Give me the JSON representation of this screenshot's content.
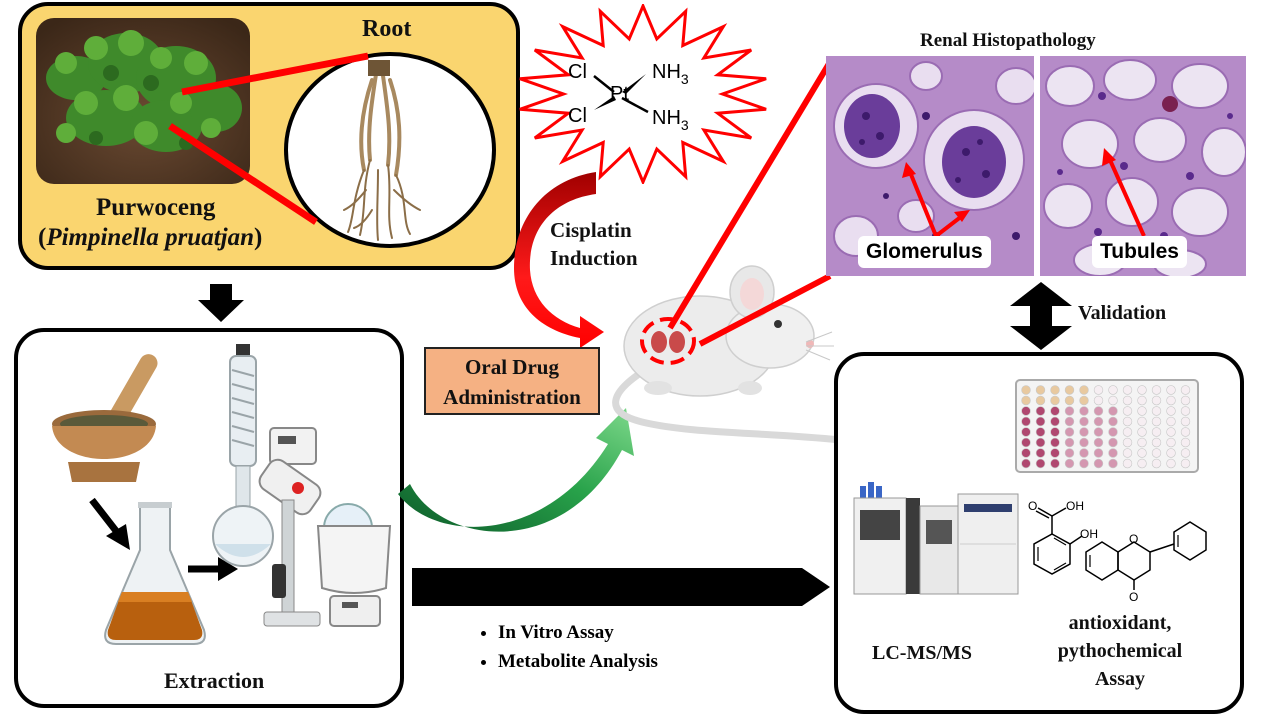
{
  "plant": {
    "root_label": "Root",
    "name": "Purwoceng",
    "latin_open": "(",
    "latin": "Pimpinella pruatjan",
    "latin_close": ")"
  },
  "cisplatin": {
    "cl_top": "Cl",
    "cl_bottom": "Cl",
    "pt": "Pt",
    "nh3_top": "NH",
    "nh3_bottom": "NH",
    "subscript": "3",
    "induction_line1": "Cisplatin",
    "induction_line2": "Induction"
  },
  "oral_drug": {
    "line1": "Oral Drug",
    "line2": "Administration"
  },
  "histopathology": {
    "title": "Renal Histopathology",
    "glomerulus": "Glomerulus",
    "tubules": "Tubules"
  },
  "validation": "Validation",
  "extraction": "Extraction",
  "methods": [
    "In Vitro Assay",
    "Metabolite Analysis"
  ],
  "assay": {
    "lcms": "LC-MS/MS",
    "assay_line1": "antioxidant,",
    "assay_line2": "pythochemical",
    "assay_line3": "Assay",
    "oh": "OH",
    "oh2": "OH",
    "o": "O",
    "o2": "O"
  },
  "colors": {
    "plant_panel": "#FAD56F",
    "oral_box": "#F5B183",
    "arrow_red": "#FF0000",
    "arrow_green": "#2E8B3A",
    "histo": "#B58BC8",
    "nucleus": "#5A2A8C"
  }
}
